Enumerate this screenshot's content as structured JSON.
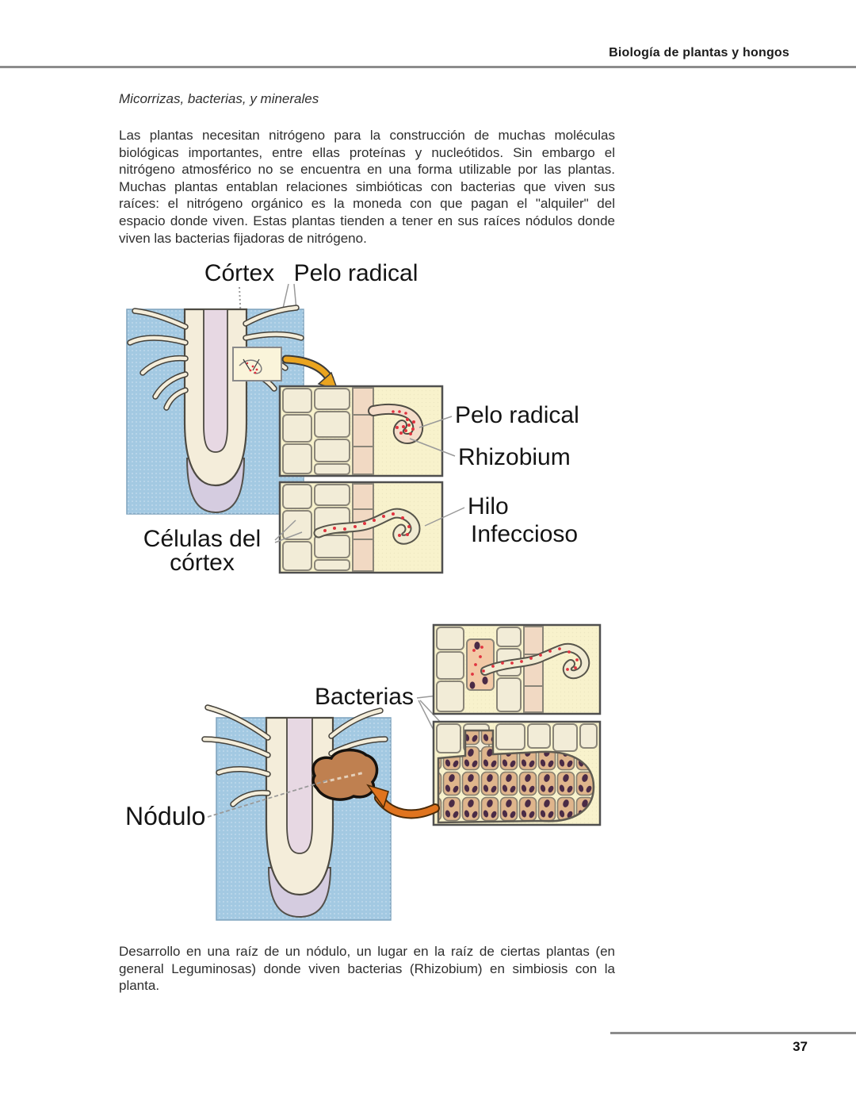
{
  "page_header": {
    "title": "Biología de plantas y hongos"
  },
  "subtitle": "Micorrizas, bacterias, y minerales",
  "paragraph_lines": [
    "Las plantas necesitan nitrógeno para la construcción de muchas moléculas",
    "biológicas importantes, entre ellas proteínas y nucleótidos. Sin embargo el",
    "nitrógeno atmosférico no se encuentra en una forma utilizable por las plantas.",
    "Muchas plantas entablan relaciones simbióticas con bacterias que viven sus",
    "raíces: el nitrógeno orgánico es la moneda con que pagan el \"alquiler\" del",
    "espacio donde viven. Estas plantas tienden a tener en sus raíces nódulos donde",
    "viven las bacterias fijadoras de nitrógeno."
  ],
  "figure1": {
    "labels": {
      "cortex": "Córtex",
      "pelo_radical_top": "Pelo radical",
      "pelo_radical": "Pelo radical",
      "rhizobium": "Rhizobium",
      "hilo": "Hilo",
      "infeccioso": "Infeccioso",
      "celulas_del": "Células del",
      "cortex2": "córtex"
    }
  },
  "figure2": {
    "labels": {
      "bacterias": "Bacterias",
      "nodulo": "Nódulo"
    }
  },
  "caption_lines": [
    "Desarrollo en una raíz de un nódulo, un lugar en la raíz de ciertas plantas (en",
    "general Leguminosas) donde viven bacterias (Rhizobium) en simbiosis con la",
    "planta."
  ],
  "footer": {
    "page_number": "37"
  },
  "colors": {
    "figure_blue": "#a3c9e2",
    "panel_yellow": "#f8f2cc",
    "cell_cream": "#f2ecd7",
    "cell_pink": "#f1d9c3",
    "stele_lavender": "#e7d8e3",
    "root_cap": "#d5cce0",
    "root_cream": "#f4edda",
    "bacteria_red": "#e0333f",
    "bacteria_purple": "#4a2b46",
    "nodule_brown": "#bf8050",
    "arrow_gold": "#eaa41f",
    "arrow_orange": "#e0741f",
    "rule_gray": "#8c8c8c"
  }
}
